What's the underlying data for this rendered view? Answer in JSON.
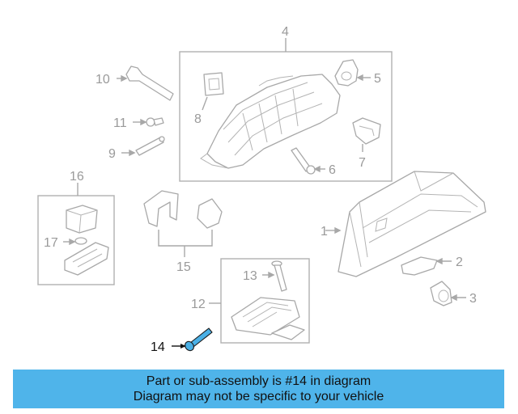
{
  "diagram": {
    "callouts": {
      "c1": "1",
      "c2": "2",
      "c3": "3",
      "c4": "4",
      "c5": "5",
      "c6": "6",
      "c7": "7",
      "c8": "8",
      "c9": "9",
      "c10": "10",
      "c11": "11",
      "c12": "12",
      "c13": "13",
      "c14": "14",
      "c15": "15",
      "c16": "16",
      "c17": "17"
    },
    "highlighted_part": "14",
    "highlight_color": "#4ab0e6"
  },
  "banner": {
    "line1": "Part or sub-assembly is #14 in diagram",
    "line2": "Diagram may not be specific to your vehicle",
    "background": "#4fb4ea"
  }
}
